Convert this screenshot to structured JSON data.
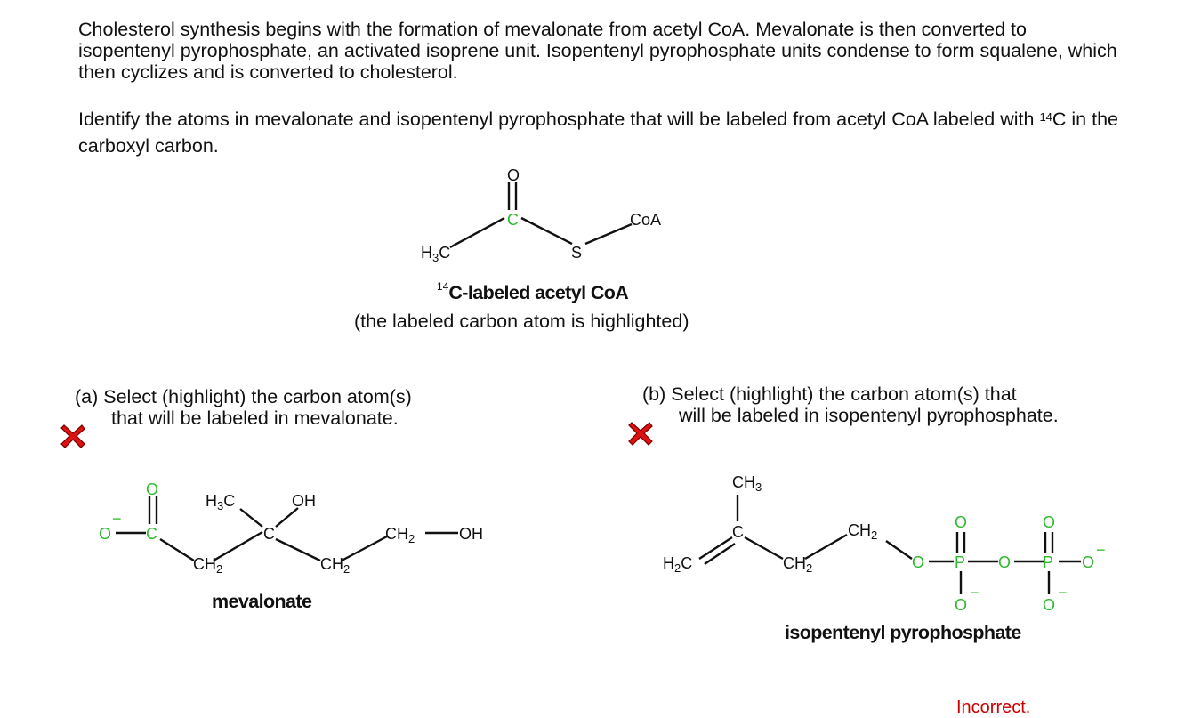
{
  "intro": {
    "paragraph": "Cholesterol synthesis begins with the formation of mevalonate from acetyl CoA. Mevalonate is then converted to isopentenyl pyrophosphate, an activated isoprene unit. Isopentenyl pyrophosphate units condense to form squalene, which then cyclizes and is converted to cholesterol.",
    "question_before_sup": "Identify the atoms in mevalonate and isopentenyl pyrophosphate that will be labeled from acetyl CoA labeled with ",
    "question_sup": "14",
    "question_after_sup": "C in the carboxyl carbon."
  },
  "acetyl_coa": {
    "caption_sup": "14",
    "caption": "C-labeled acetyl CoA",
    "subcaption": "(the labeled carbon atom is highlighted)",
    "atoms": {
      "o": "O",
      "c": "C",
      "s": "S",
      "coa": "CoA",
      "h3c": "H",
      "h3c_sub": "3",
      "h3c_end": "C"
    }
  },
  "part_a": {
    "line1": "(a) Select (highlight) the carbon atom(s)",
    "line2": "that will be labeled in mevalonate.",
    "status_icon": "red-x-icon",
    "caption": "mevalonate",
    "atoms": {
      "o_top": "O",
      "o_left": "O",
      "minus": "−",
      "c_carbonyl": "C",
      "ch2_a": "CH",
      "ch2_a_sub": "2",
      "h3c": "H",
      "h3c_sub": "3",
      "h3c_end": "C",
      "c_center": "C",
      "oh": "OH",
      "ch2_b": "CH",
      "ch2_b_sub": "2",
      "ch2_c": "CH",
      "ch2_c_sub": "2",
      "oh_end": "OH"
    }
  },
  "part_b": {
    "line1": "(b) Select (highlight) the carbon atom(s) that",
    "line2": "will be labeled in isopentenyl pyrophosphate.",
    "status_icon": "red-x-icon",
    "caption": "isopentenyl pyrophosphate",
    "atoms": {
      "ch3": "CH",
      "ch3_sub": "3",
      "c": "C",
      "h2c": "H",
      "h2c_sub": "2",
      "h2c_end": "C",
      "ch2_a": "CH",
      "ch2_a_sub": "2",
      "ch2_b": "CH",
      "ch2_b_sub": "2",
      "o1": "O",
      "p1": "P",
      "o2": "O",
      "p2": "P",
      "o3": "O",
      "o_top1": "O",
      "o_top2": "O",
      "o_bot1": "O",
      "o_bot2": "O",
      "minus": "−"
    }
  },
  "feedback": {
    "text": "Incorrect."
  },
  "colors": {
    "highlight": "#2eb82e",
    "error": "#cc0000",
    "text": "#111111"
  }
}
